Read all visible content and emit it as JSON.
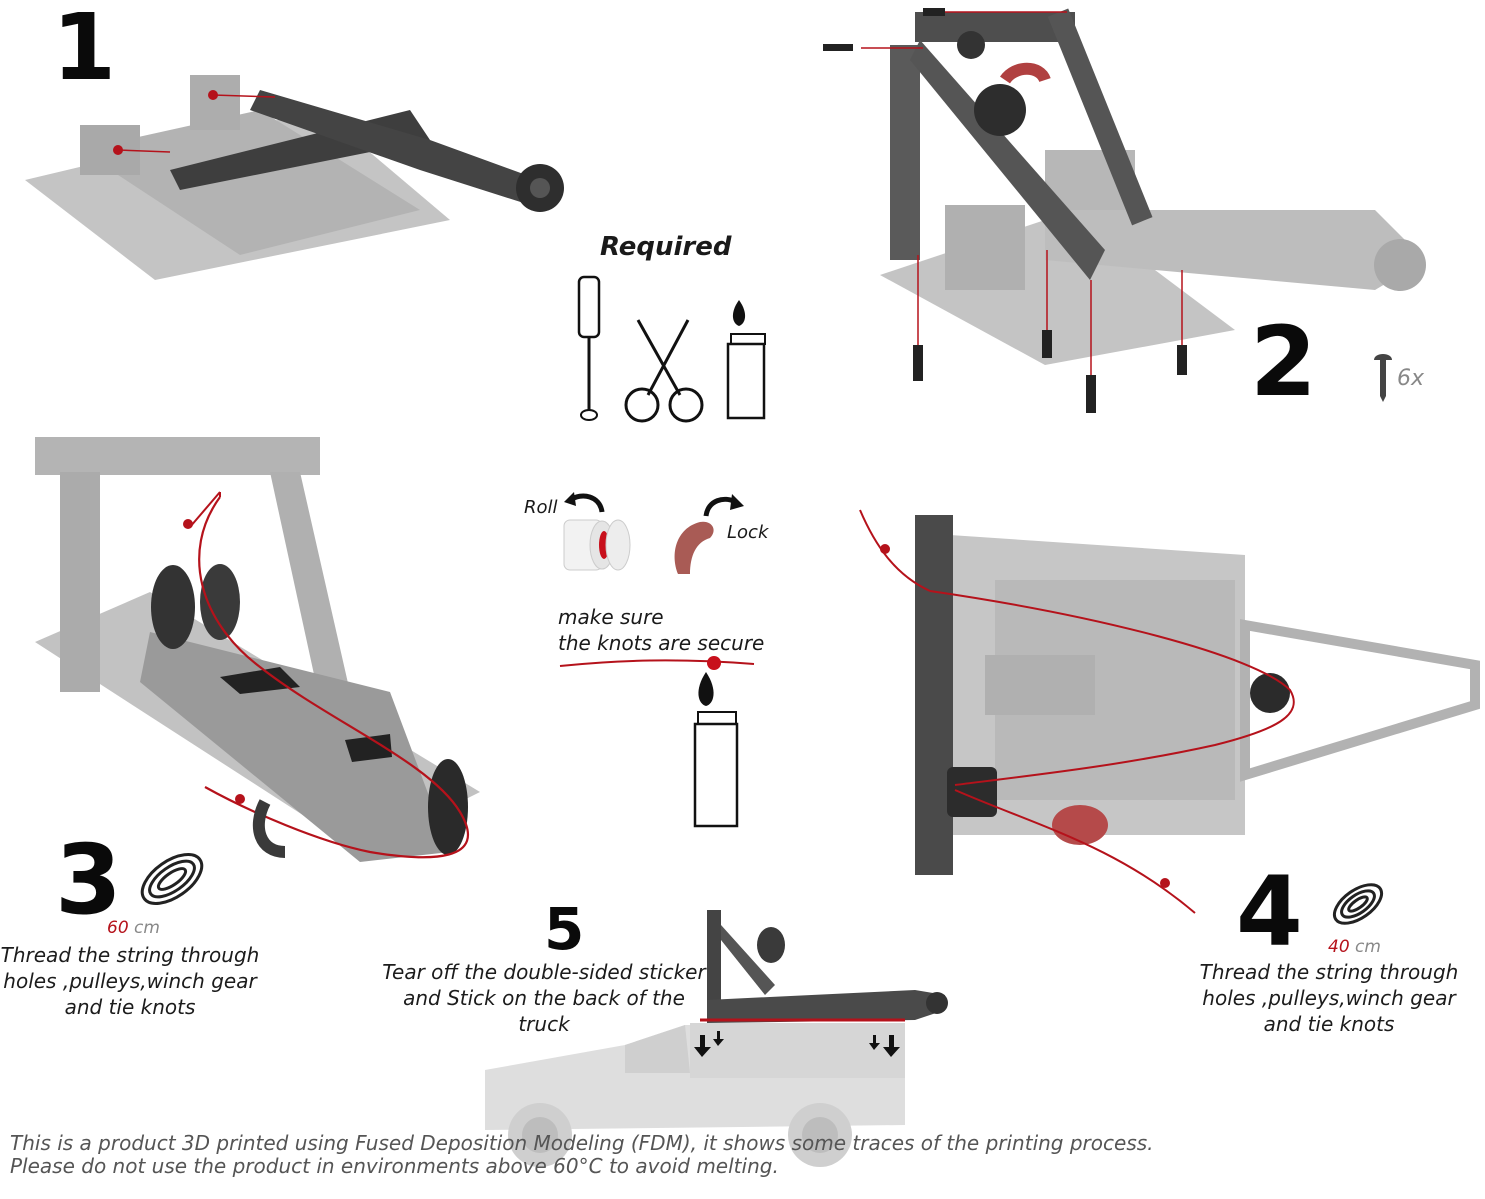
{
  "steps": {
    "s1": {
      "number": "1"
    },
    "s2": {
      "number": "2",
      "screw_count": "6x"
    },
    "s3": {
      "number": "3",
      "length_value": "60",
      "length_unit": "cm",
      "caption": [
        "Thread the string through",
        "holes ,pulleys,winch gear",
        "and tie knots"
      ]
    },
    "s4": {
      "number": "4",
      "length_value": "40",
      "length_unit": "cm",
      "caption": [
        "Thread the string through",
        "holes ,pulleys,winch gear",
        "and tie knots"
      ]
    },
    "s5": {
      "number": "5",
      "caption": [
        "Tear off the double-sided sticker",
        "and Stick on the back of the truck"
      ]
    }
  },
  "required": {
    "title": "Required",
    "tools": [
      "screwdriver-icon",
      "scissors-icon",
      "lighter-icon"
    ]
  },
  "tips": {
    "roll": "Roll",
    "lock": "Lock",
    "knots": [
      "make sure",
      "the knots are secure"
    ]
  },
  "disclaimer": [
    "This is a product 3D printed using Fused Deposition Modeling (FDM), it shows some traces of the printing process.",
    "Please do not use the product in environments above 60°C to avoid melting."
  ],
  "colors": {
    "accent": "#b5121b",
    "part_grey": "#b9b9b9",
    "part_dark": "#3a3a3a"
  }
}
